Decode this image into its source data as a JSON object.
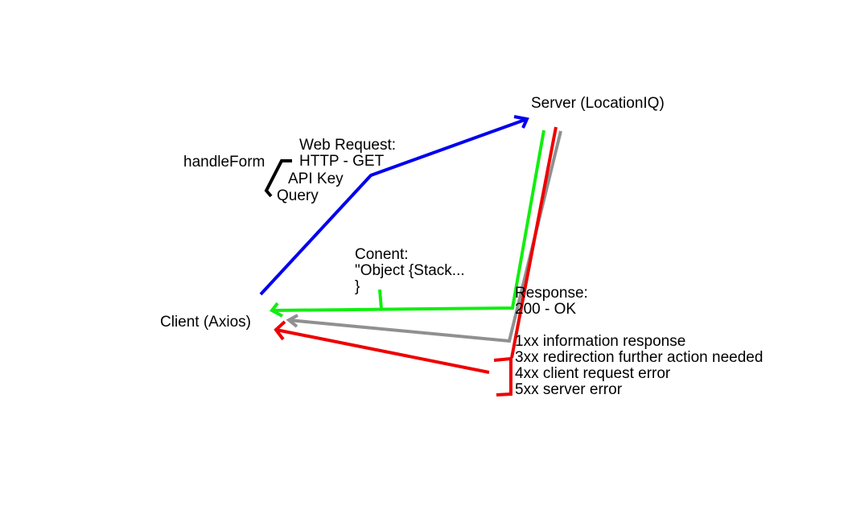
{
  "diagram": {
    "server_label": "Server (LocationIQ)",
    "client_label": "Client (Axios)",
    "handler_label": "handleForm",
    "request": {
      "title": "Web Request:",
      "method": "HTTP - GET",
      "params": [
        "API Key",
        "Query"
      ]
    },
    "content": {
      "lines": [
        "Conent:",
        "\"Object {Stack...",
        "}"
      ]
    },
    "response": {
      "title": "Response:",
      "status": "200 - OK"
    },
    "status_codes": [
      "1xx information response",
      "3xx redirection further action needed",
      "4xx client request error",
      "5xx server error"
    ]
  },
  "colors": {
    "request_arrow": "#0000ee",
    "success_arrow": "#11ee11",
    "info_arrow": "#909090",
    "error_arrow": "#ee0000",
    "bracket": "#000000",
    "text": "#000000"
  }
}
